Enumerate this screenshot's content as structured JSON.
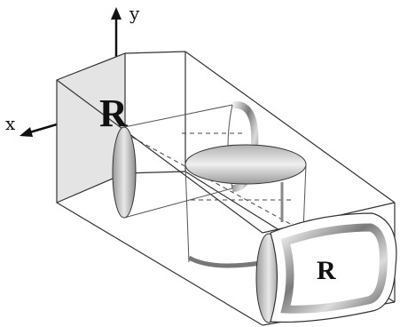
{
  "labels": {
    "y_axis": "y",
    "x_axis": "x",
    "input_letter": "R",
    "output_letter": "R"
  },
  "colors": {
    "line": "#333333",
    "panel_fill": "#e6e6e6",
    "lens_fill": "#d9d9d9",
    "lens_dark": "#8a8a8a",
    "text": "#111111"
  }
}
